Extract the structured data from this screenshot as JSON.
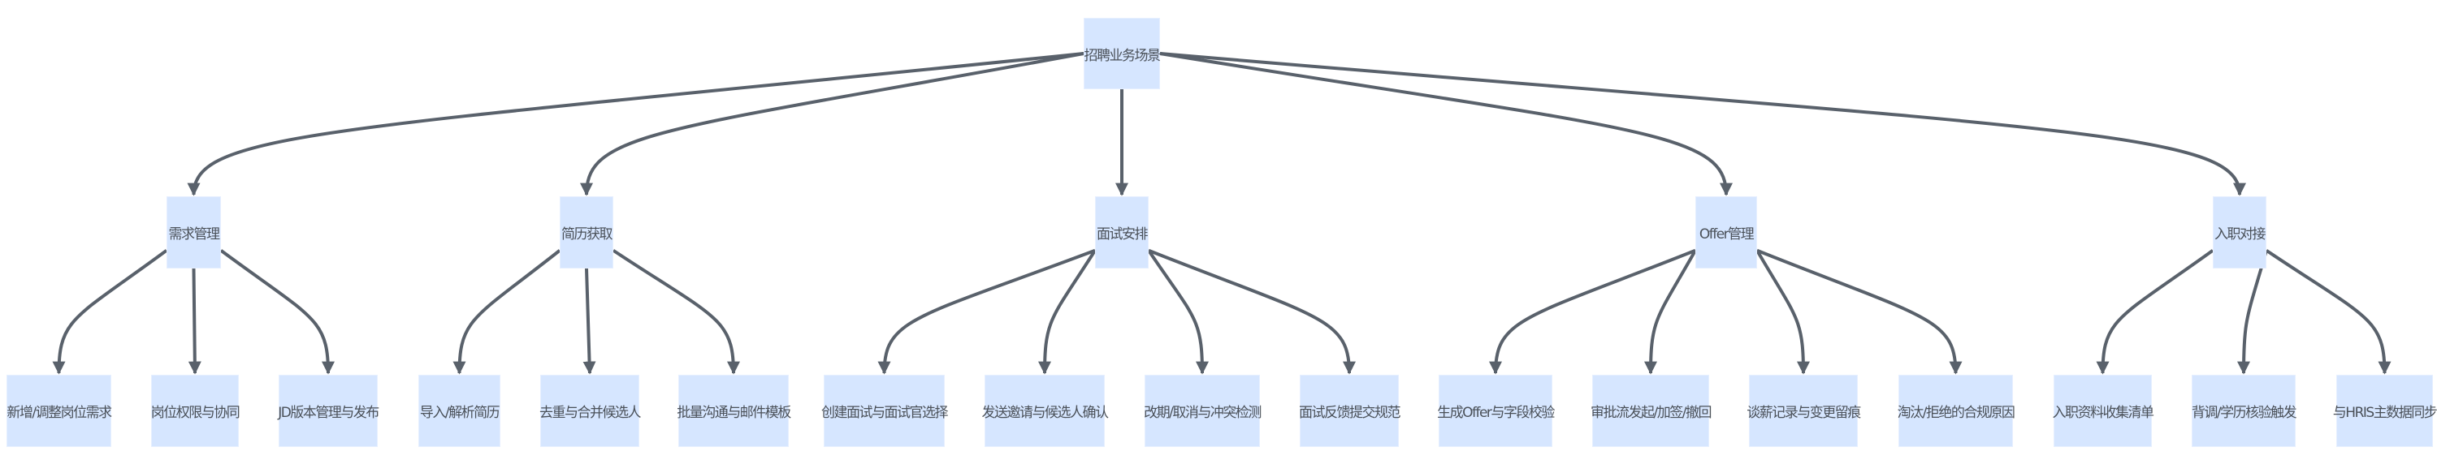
{
  "root": {
    "label": "招聘业务场景"
  },
  "categories": [
    {
      "label": "需求管理",
      "children": [
        "新增/调整岗位需求",
        "岗位权限与协同",
        "JD版本管理与发布"
      ]
    },
    {
      "label": "简历获取",
      "children": [
        "导入/解析简历",
        "去重与合并候选人",
        "批量沟通与邮件模板"
      ]
    },
    {
      "label": "面试安排",
      "children": [
        "创建面试与面试官选择",
        "发送邀请与候选人确认",
        "改期/取消与冲突检测",
        "面试反馈提交规范"
      ]
    },
    {
      "label": "Offer管理",
      "children": [
        "生成Offer与字段校验",
        "审批流发起/加签/撤回",
        "谈薪记录与变更留痕",
        "淘汰/拒绝的合规原因"
      ]
    },
    {
      "label": "入职对接",
      "children": [
        "入职资料收集清单",
        "背调/学历核验触发",
        "与HRIS主数据同步"
      ]
    }
  ],
  "colors": {
    "node_fill": "#d6e6ff",
    "edge": "#59616b",
    "text": "#4a5058"
  }
}
